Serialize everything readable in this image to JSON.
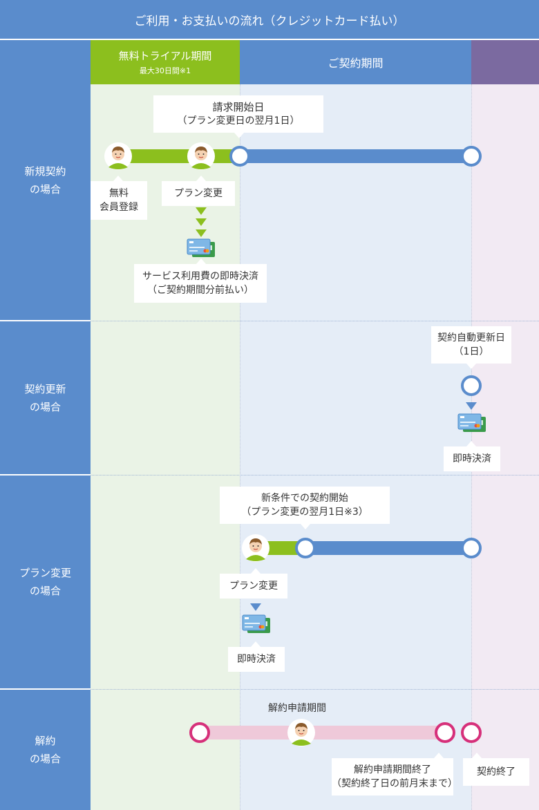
{
  "header": {
    "title": "ご利用・お支払いの流れ（クレジットカード払い）"
  },
  "columns": {
    "trial": {
      "label": "無料トライアル期間",
      "note": "最大30日間※1"
    },
    "contract": {
      "label": "ご契約期間"
    }
  },
  "sections": {
    "new": {
      "label_lines": [
        "新規契約",
        "の場合"
      ],
      "billing_start": [
        "請求開始日",
        "（プラン変更日の翌月1日）"
      ],
      "signup": [
        "無料",
        "会員登録"
      ],
      "plan_change": "プラン変更",
      "payment": [
        "サービス利用費の即時決済",
        "（ご契約期間分前払い）"
      ]
    },
    "renewal": {
      "label_lines": [
        "契約更新",
        "の場合"
      ],
      "auto_renew": [
        "契約自動更新日",
        "（1日）"
      ],
      "payment": "即時決済"
    },
    "plan": {
      "label_lines": [
        "プラン変更",
        "の場合"
      ],
      "new_terms": [
        "新条件での契約開始",
        "（プラン変更の翌月1日※3）"
      ],
      "plan_change": "プラン変更",
      "payment": "即時決済"
    },
    "cancel": {
      "label_lines": [
        "解約",
        "の場合"
      ],
      "period": "解約申請期間",
      "period_end": [
        "解約申請期間終了",
        "（契約終了日の前月末まで）"
      ],
      "contract_end": "契約終了"
    }
  },
  "colors": {
    "header_blue": "#5a8ccc",
    "trial_green": "#8cbf1e",
    "end_purple": "#7b6aa0",
    "cancel_pink": "#d6307a"
  },
  "icons": [
    "person-icon",
    "credit-card-icon"
  ]
}
